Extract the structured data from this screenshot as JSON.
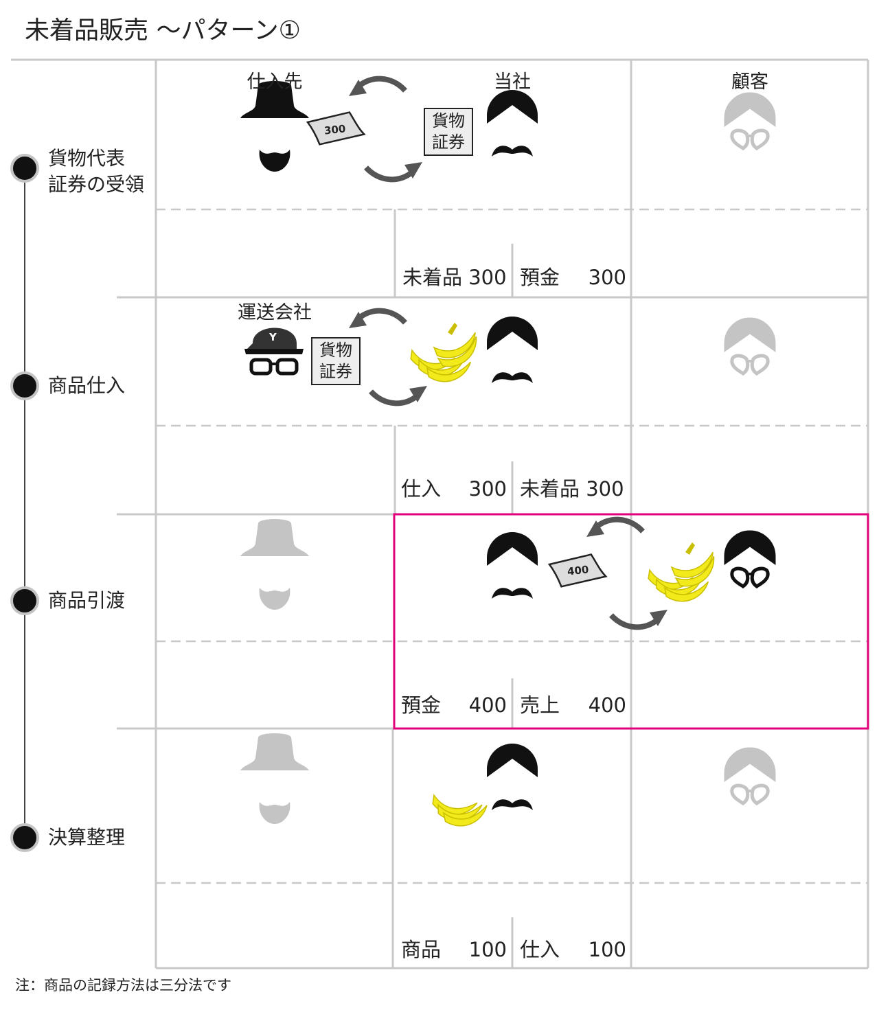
{
  "title": "未着品販売 〜パターン①",
  "note": "注：商品の記録方法は三分法です",
  "columns": {
    "supplier": "仕入先",
    "company": "当社",
    "customer": "顧客"
  },
  "carrier": "運送会社",
  "cap_letter": "Y",
  "steps": [
    {
      "label_line1": "貨物代表",
      "label_line2": "証券の受領",
      "entry": {
        "debit": "未着品 300",
        "credit": "預金",
        "credit_amount": "300"
      },
      "document": {
        "line1": "貨物",
        "line2": "証券"
      },
      "bill": "300"
    },
    {
      "label": "商品仕入",
      "entry": {
        "debit": "仕入",
        "debit_amount": "300",
        "credit": "未着品 300"
      },
      "document": {
        "line1": "貨物",
        "line2": "証券"
      }
    },
    {
      "label": "商品引渡",
      "entry": {
        "debit": "預金",
        "debit_amount": "400",
        "credit": "売上",
        "credit_amount": "400"
      },
      "bill": "400"
    },
    {
      "label": "決算整理",
      "entry": {
        "debit": "商品",
        "debit_amount": "100",
        "credit": "仕入",
        "credit_amount": "100"
      }
    }
  ],
  "colors": {
    "highlight": "#e0007a",
    "grid": "#c8c8c8",
    "banana": "#f2ea1a",
    "inactive": "#c4c4c4",
    "ink": "#111111"
  }
}
